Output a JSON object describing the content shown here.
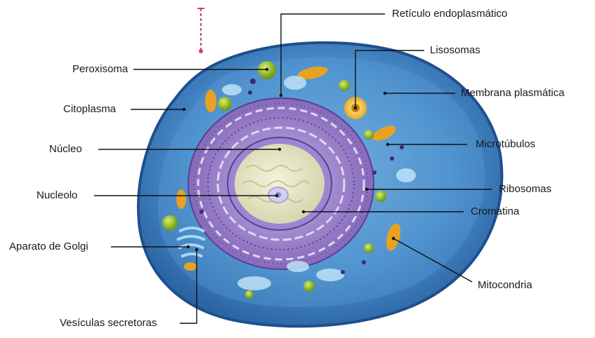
{
  "labels": {
    "reticulo": "Retículo endoplasmático",
    "lisosomas": "Lisosomas",
    "peroxisoma": "Peroxisoma",
    "membrana": "Membrana plasmática",
    "citoplasma": "Citoplasma",
    "microtubulos": "Microtúbulos",
    "nucleo": "Núcleo",
    "nucleolo": "Nucleolo",
    "ribosomas": "Ribosomas",
    "cromatina": "Cromatina",
    "golgi": "Aparato de Golgi",
    "mitocondria": "Mitocondria",
    "vesiculas": "Vesículas secretoras"
  },
  "colors": {
    "cytoplasm_outer": "#2f6fb4",
    "cytoplasm_inner": "#4f93cf",
    "membrane_edge": "#1e4f8e",
    "er_purple": "#8a6fc0",
    "er_light": "#b9a2de",
    "nucleus_fill": "#e8e7c9",
    "nucleolus": "#c9c6e6",
    "mitochondria": "#e9a21f",
    "peroxisome": "#9bbf2a",
    "lysosome": "#f2b625",
    "leader_line": "#111111",
    "scale_bar": "#d43d6b"
  }
}
